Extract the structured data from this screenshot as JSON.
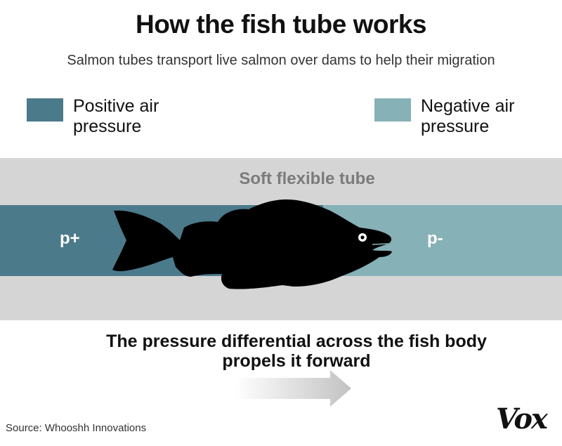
{
  "header": {
    "title": "How the fish tube works",
    "subtitle": "Salmon tubes transport live salmon over dams to help their migration"
  },
  "legend": {
    "items": [
      {
        "label": "Positive air pressure",
        "color": "#4b7a8b"
      },
      {
        "label": "Negative air pressure",
        "color": "#86b1b6"
      }
    ]
  },
  "diagram": {
    "tube_label": "Soft flexible tube",
    "left_label": "p+",
    "right_label": "p-",
    "colors": {
      "tube": "#d5d5d5",
      "positive": "#4b7a8b",
      "negative": "#86b1b6",
      "fish": "#000000"
    },
    "icons": [
      "salmon-silhouette-icon",
      "right-arrow-icon"
    ]
  },
  "caption": {
    "line1": "The pressure differential across the fish body",
    "line2": "propels it forward"
  },
  "footer": {
    "source": "Source: Whooshh Innovations",
    "logo": "Vox"
  }
}
